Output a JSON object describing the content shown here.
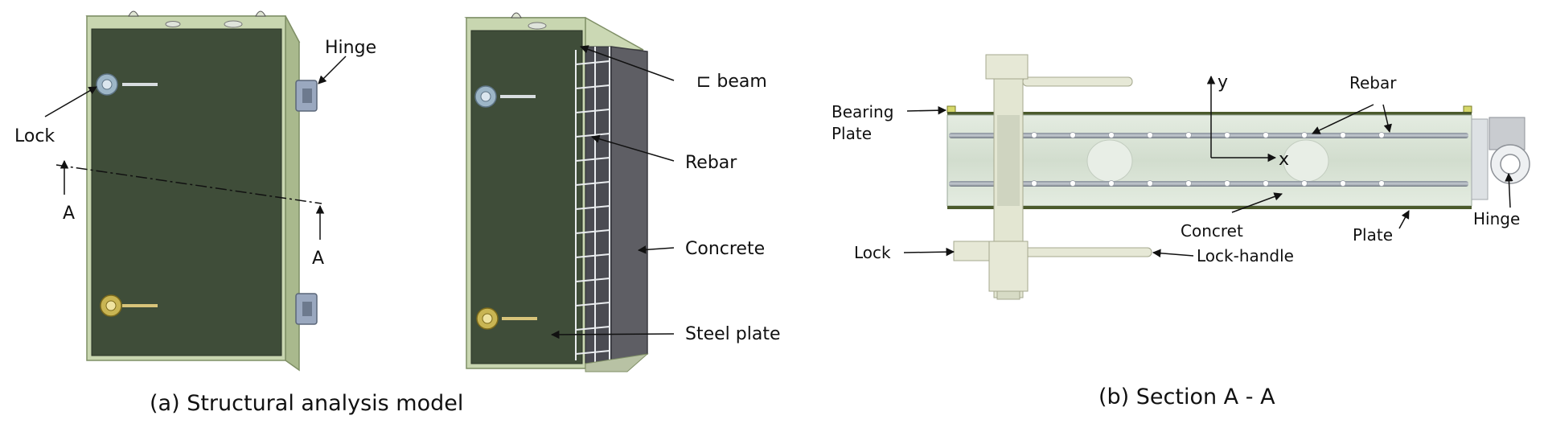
{
  "panel_a": {
    "labels": {
      "hinge": "Hinge",
      "lock": "Lock",
      "section_mark_left": "A",
      "section_mark_right": "A",
      "c_beam": "⊏ beam",
      "rebar": "Rebar",
      "concrete": "Concrete",
      "steel_plate": "Steel  plate"
    },
    "caption": "(a) Structural analysis model"
  },
  "panel_b": {
    "labels": {
      "bearing_plate_line1": "Bearing",
      "bearing_plate_line2": "Plate",
      "axis_y": "y",
      "axis_x": "x",
      "rebar": "Rebar",
      "hinge": "Hinge",
      "concret": "Concret",
      "plate": "Plate",
      "lock": "Lock",
      "lock_handle": "Lock-handle"
    },
    "caption": "(b) Section A - A"
  },
  "colors": {
    "panel_face": "#3f4d39",
    "frame": "#c8d6b0",
    "frame_dark": "#95a57c",
    "hinge_metal": "#9aa8bf",
    "lock_brass": "#c9b553",
    "section_concrete": "#d9e3d6",
    "section_plate": "#4b5a2c",
    "lock_body": "#e6e8d6"
  }
}
